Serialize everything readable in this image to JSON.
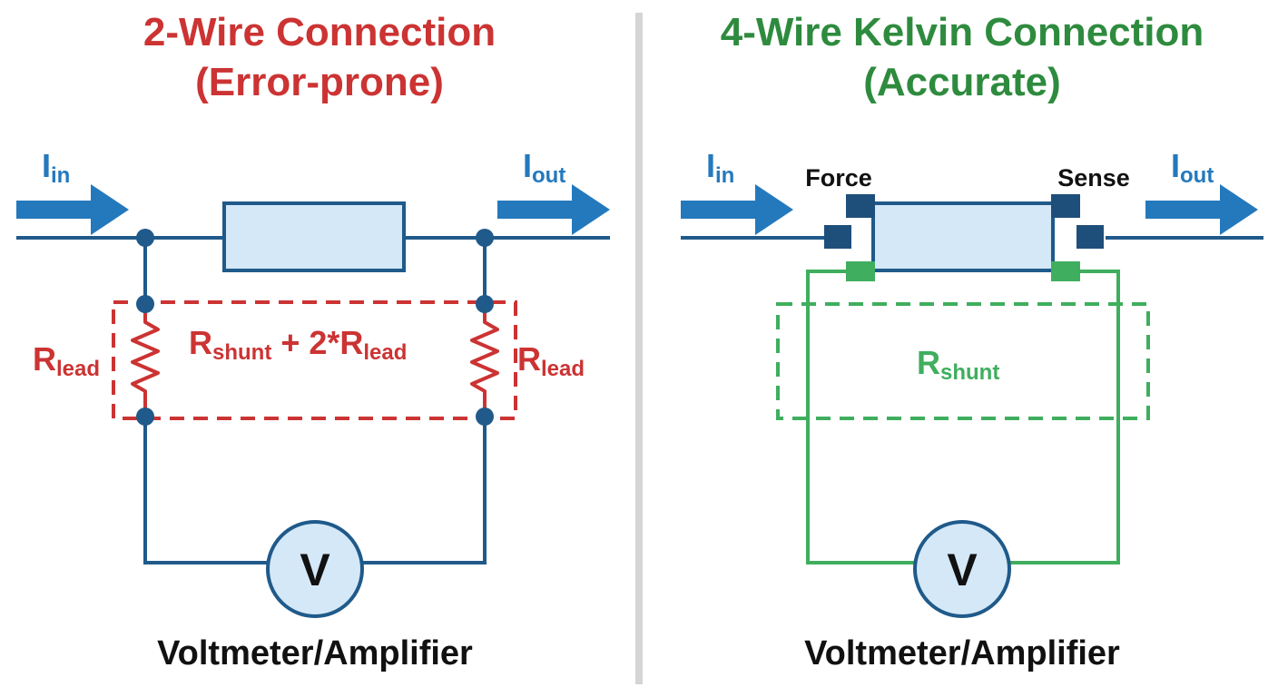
{
  "colors": {
    "wire": "#1f5a8a",
    "arrow": "#2479bd",
    "resistor_fill": "#d4e8f7",
    "error_red": "#cc3333",
    "title_green": "#2e8b3e",
    "sense_green": "#3fae5e",
    "pad_dark": "#1e4f7a",
    "divider": "#d5d5d5",
    "text": "#111111"
  },
  "left": {
    "title_line1": "2-Wire Connection",
    "title_line2": "(Error-prone)",
    "current_in": {
      "main": "I",
      "sub": "in"
    },
    "current_out": {
      "main": "I",
      "sub": "out"
    },
    "lead_left": {
      "main": "R",
      "sub": "lead"
    },
    "lead_right": {
      "main": "R",
      "sub": "lead"
    },
    "measured": {
      "r1": "R",
      "s1": "shunt",
      "mid": " + 2*R",
      "s2": "lead"
    },
    "meter_symbol": "V",
    "meter_caption": "Voltmeter/Amplifier"
  },
  "right": {
    "title_line1": "4-Wire Kelvin Connection",
    "title_line2": "(Accurate)",
    "current_in": {
      "main": "I",
      "sub": "in"
    },
    "current_out": {
      "main": "I",
      "sub": "out"
    },
    "force_label": "Force",
    "sense_label": "Sense",
    "measured": {
      "main": "R",
      "sub": "shunt"
    },
    "meter_symbol": "V",
    "meter_caption": "Voltmeter/Amplifier"
  }
}
